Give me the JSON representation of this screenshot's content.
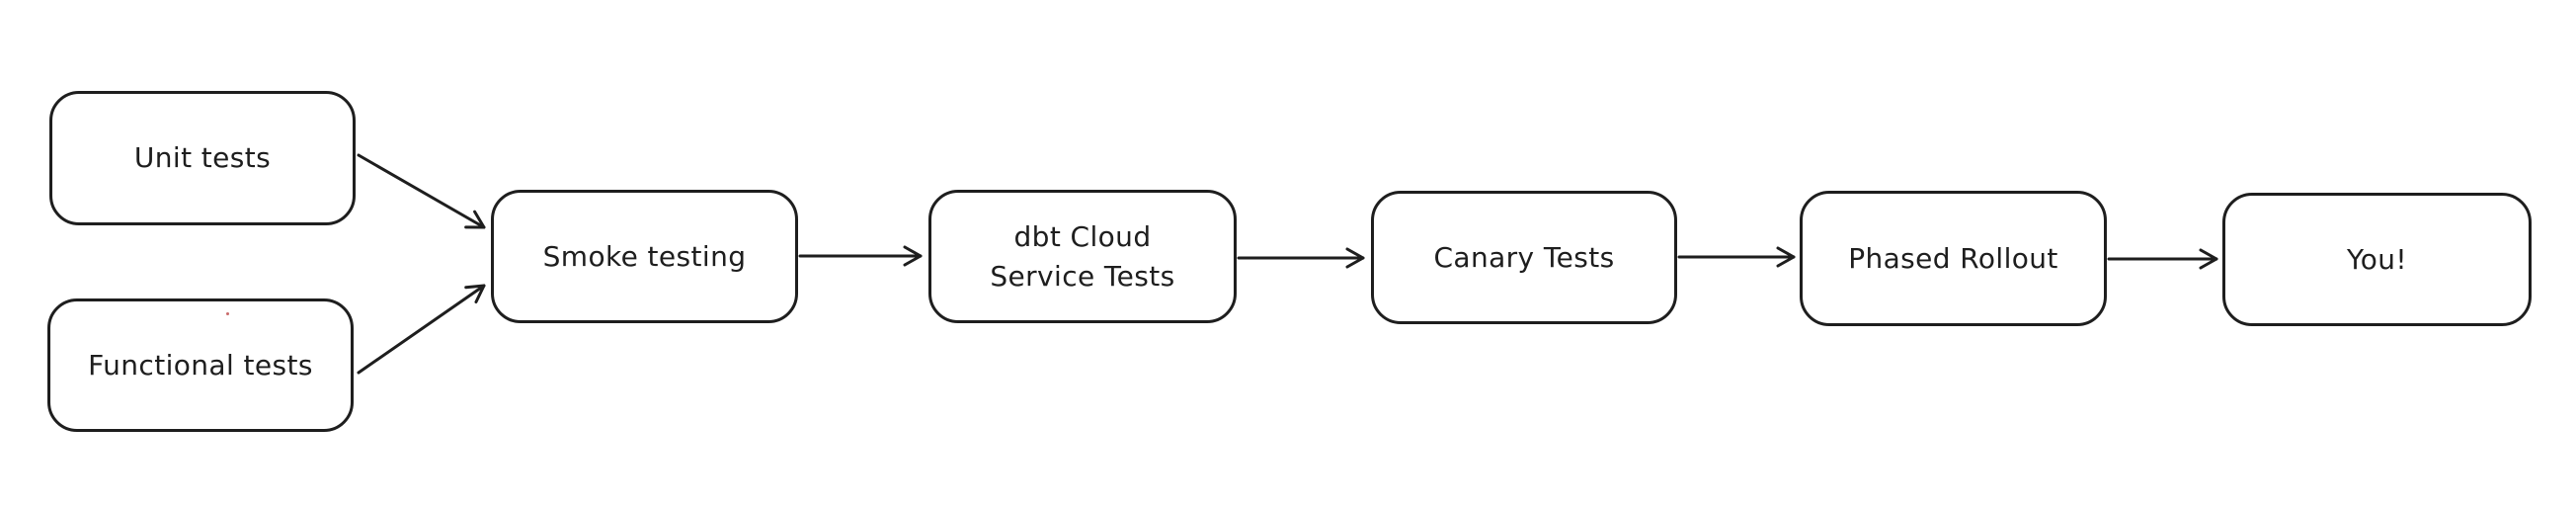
{
  "diagram": {
    "background_color": "#ffffff",
    "stroke_color": "#1e1e1e",
    "style": "hand-drawn flowchart",
    "nodes": [
      {
        "id": "unit-tests",
        "label": "Unit tests"
      },
      {
        "id": "functional-tests",
        "label": "Functional tests"
      },
      {
        "id": "smoke-testing",
        "label": "Smoke testing"
      },
      {
        "id": "dbt-cloud-service-tests",
        "label": "dbt Cloud\nService Tests"
      },
      {
        "id": "canary-tests",
        "label": "Canary Tests"
      },
      {
        "id": "phased-rollout",
        "label": "Phased Rollout"
      },
      {
        "id": "you",
        "label": "You!"
      }
    ],
    "edges": [
      {
        "from": "unit-tests",
        "to": "smoke-testing"
      },
      {
        "from": "functional-tests",
        "to": "smoke-testing"
      },
      {
        "from": "smoke-testing",
        "to": "dbt-cloud-service-tests"
      },
      {
        "from": "dbt-cloud-service-tests",
        "to": "canary-tests"
      },
      {
        "from": "canary-tests",
        "to": "phased-rollout"
      },
      {
        "from": "phased-rollout",
        "to": "you"
      }
    ]
  }
}
